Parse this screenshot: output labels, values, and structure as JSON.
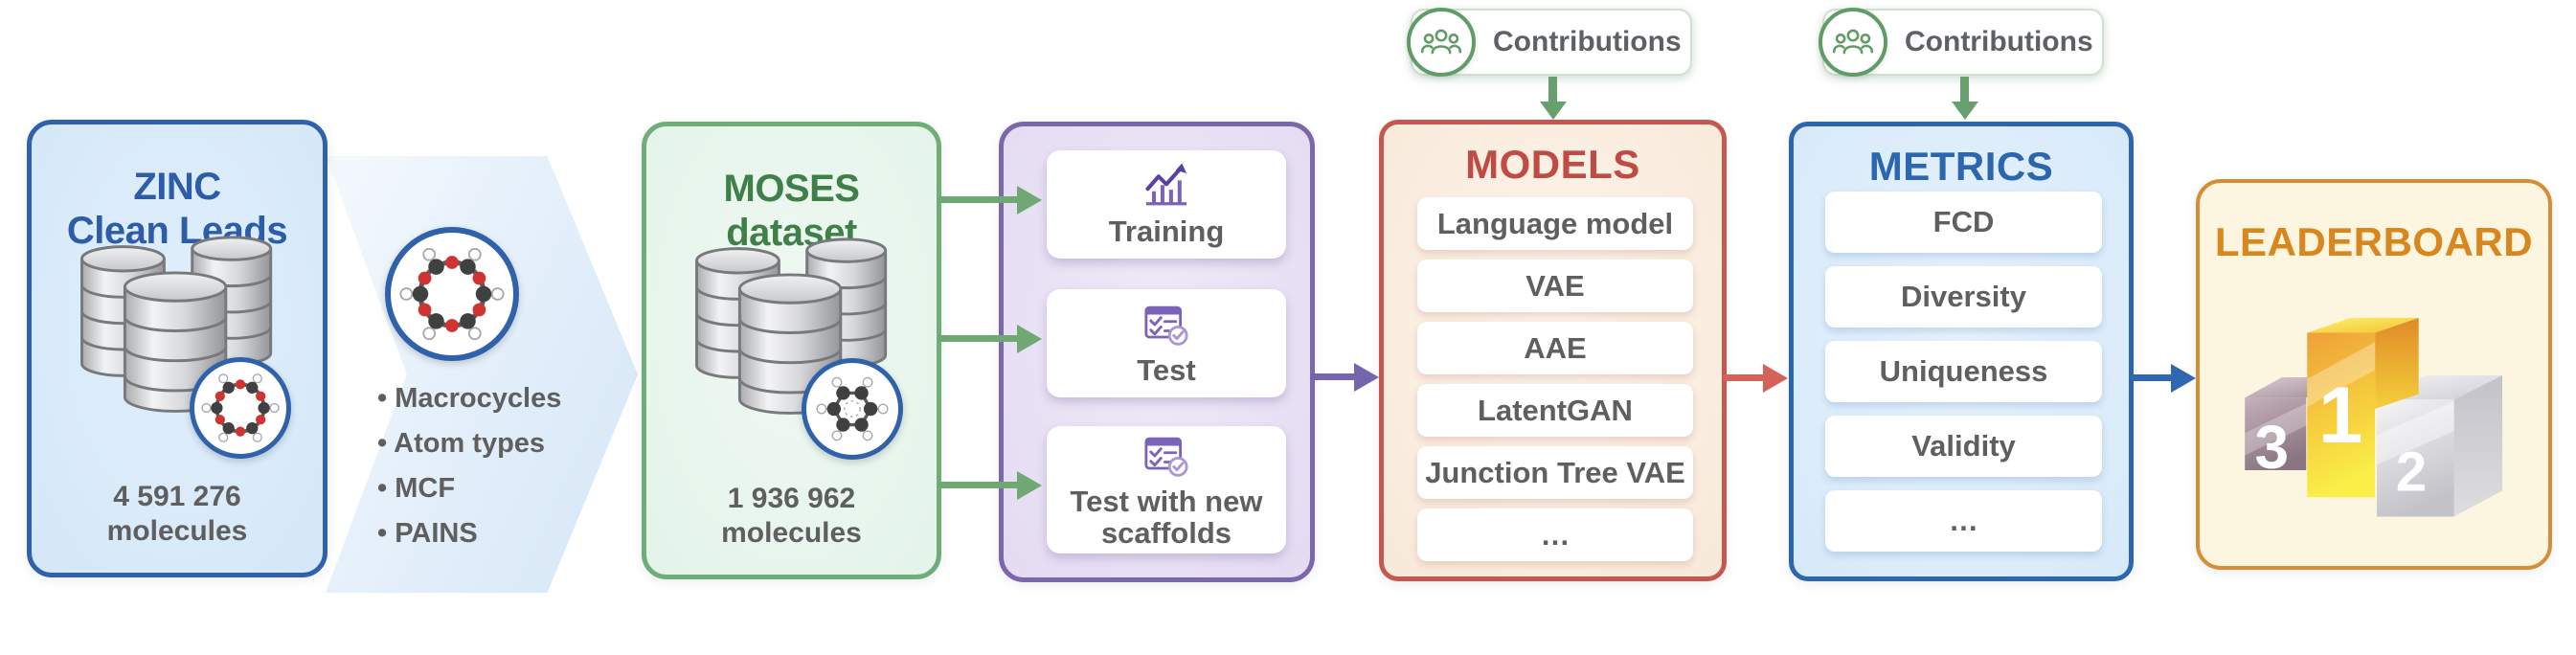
{
  "palette": {
    "zinc_border": "#2f62ab",
    "zinc_bg": "#d8eafa",
    "zinc_title": "#2d5ca8",
    "moses_border": "#6fae78",
    "moses_bg": "#e8f6ed",
    "moses_title": "#3f8049",
    "splits_border": "#7b68ac",
    "splits_bg": "#e6def2",
    "models_border": "#c4584f",
    "models_bg": "#faeee1",
    "models_title": "#bf4b44",
    "metrics_border": "#2c66ae",
    "metrics_bg": "#d9eafb",
    "metrics_title": "#2b66ae",
    "leaderboard_border": "#d68e34",
    "leaderboard_bg": "#fcf5e0",
    "leaderboard_title": "#d8871e",
    "text_gray": "#5f5f5f",
    "arrow_green": "#6fa873",
    "arrow_purple": "#7565ad",
    "arrow_red": "#d2625a",
    "arrow_blue": "#2f68b0",
    "contributions_green": "#5f9c66",
    "podium_gold": "#f6c92f",
    "podium_silver": "#d5d5db",
    "podium_bronze": "#a8929e"
  },
  "zinc_box": {
    "title_line1": "ZINC",
    "title_line2": "Clean Leads",
    "count": "4 591 276",
    "count_label": "molecules",
    "icons": [
      "database-icon",
      "molecule-ring-icon"
    ]
  },
  "filters": {
    "icon": "molecule-ring-icon",
    "items": [
      "Macrocycles",
      "Atom types",
      "MCF",
      "PAINS"
    ]
  },
  "moses_box": {
    "title_line1": "MOSES",
    "title_line2": "dataset",
    "count": "1 936 962",
    "count_label": "molecules",
    "icons": [
      "database-icon",
      "molecule-hex-icon"
    ]
  },
  "splits_box": {
    "cards": [
      {
        "label": "Training",
        "icon": "bar-chart-icon"
      },
      {
        "label": "Test",
        "icon": "checklist-icon"
      },
      {
        "label": "Test with new scaffolds",
        "icon": "checklist-icon"
      }
    ]
  },
  "models_box": {
    "title": "MODELS",
    "items": [
      "Language model",
      "VAE",
      "AAE",
      "LatentGAN",
      "Junction Tree VAE",
      "…"
    ]
  },
  "metrics_box": {
    "title": "METRICS",
    "items": [
      "FCD",
      "Diversity",
      "Uniqueness",
      "Validity",
      "…"
    ]
  },
  "leaderboard_box": {
    "title": "LEADERBOARD",
    "icon": "podium-icon",
    "podium": [
      {
        "rank": "3",
        "medal": "bronze"
      },
      {
        "rank": "1",
        "medal": "gold"
      },
      {
        "rank": "2",
        "medal": "silver"
      }
    ]
  },
  "contributions_badges": [
    {
      "label": "Contributions",
      "icon": "people-icon"
    },
    {
      "label": "Contributions",
      "icon": "people-icon"
    }
  ]
}
